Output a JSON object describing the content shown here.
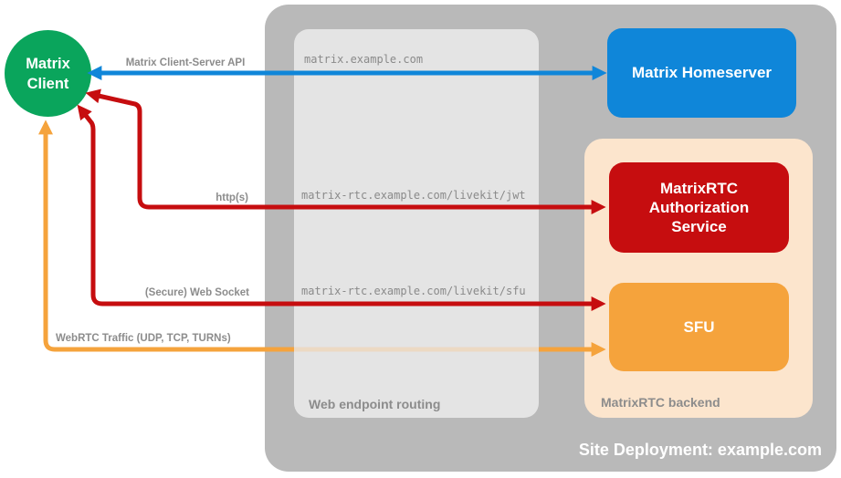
{
  "title": "MatrixRTC site deployment diagram",
  "colors": {
    "green": "#0aa55c",
    "blue": "#0f86d9",
    "red": "#c60d0f",
    "orange": "#f5a33c",
    "orange_faded": "#ecd9c3",
    "backend_peach": "#fce5cd",
    "outer_gray": "#b9b9b9",
    "routing_gray": "#e4e4e4",
    "label_gray": "#8c8c8c"
  },
  "client": {
    "line1": "Matrix",
    "line2": "Client"
  },
  "homeserver": {
    "label": "Matrix Homeserver"
  },
  "routing": {
    "label": "Web endpoint routing",
    "endpoints": [
      "matrix.example.com",
      "matrix-rtc.example.com/livekit/jwt",
      "matrix-rtc.example.com/livekit/sfu"
    ]
  },
  "backend": {
    "label": "MatrixRTC backend",
    "auth_service": {
      "label": "MatrixRTC Authorization Service"
    },
    "sfu": {
      "label": "SFU"
    }
  },
  "deployment": {
    "label": "Site Deployment: example.com"
  },
  "connections": {
    "client_server_api": {
      "label": "Matrix Client-Server API",
      "color": "#0f86d9",
      "style": "double-arrow"
    },
    "https": {
      "label": "http(s)",
      "color": "#c60d0f",
      "style": "double-arrow"
    },
    "websocket": {
      "label": "(Secure) Web Socket",
      "color": "#c60d0f",
      "style": "double-arrow"
    },
    "webrtc": {
      "label": "WebRTC Traffic (UDP, TCP, TURNs)",
      "color": "#f5a33c",
      "style": "double-arrow"
    }
  }
}
